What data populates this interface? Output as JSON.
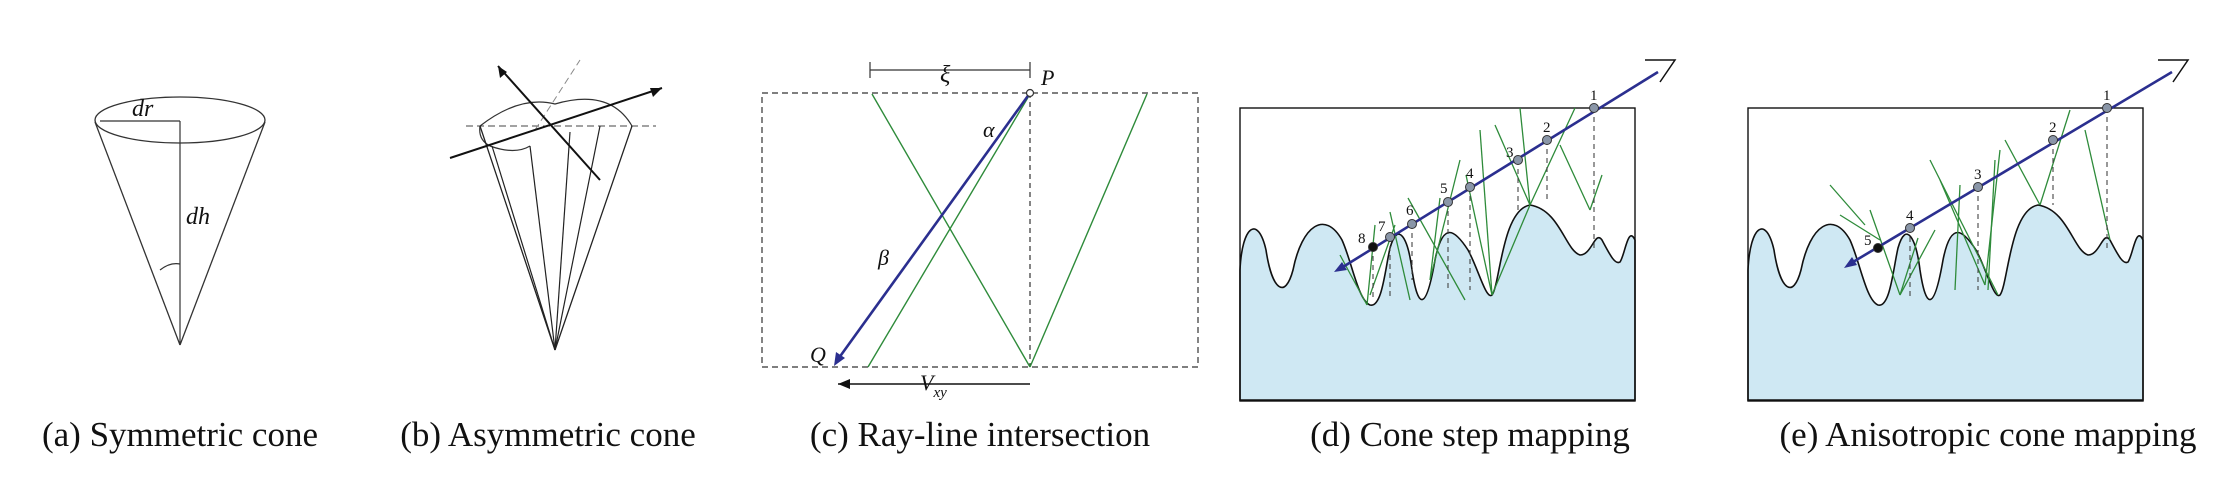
{
  "panels": [
    {
      "caption": "(a) Symmetric cone",
      "labels": {
        "dr": "dr",
        "dh": "dh"
      }
    },
    {
      "caption": "(b) Asymmetric cone"
    },
    {
      "caption": "(c) Ray-line intersection",
      "labels": {
        "xi": "ξ",
        "P": "P",
        "alpha": "α",
        "beta": "β",
        "Q": "Q",
        "V": "V",
        "V_sub": "xy"
      }
    },
    {
      "caption": "(d) Cone step mapping",
      "steps": [
        "1",
        "2",
        "3",
        "4",
        "5",
        "6",
        "7",
        "8"
      ]
    },
    {
      "caption": "(e) Anisotropic cone mapping",
      "steps": [
        "1",
        "2",
        "3",
        "4",
        "5"
      ]
    }
  ],
  "colors": {
    "ray": "#2b2f8f",
    "cone": "#2e8b3a",
    "terrain_fill": "#cfe8f3",
    "outline": "#111111"
  }
}
